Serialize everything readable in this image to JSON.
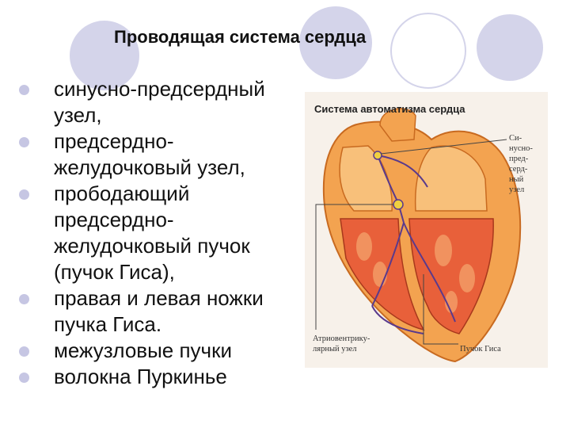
{
  "slide": {
    "title": "Проводящая система сердца",
    "bullets": [
      "синусно-предсердный узел,",
      "предсердно-желудочковый узел,",
      "прободающий предсердно-желудочковый пучок (пучок Гиса),",
      "правая и левая ножки пучка Гиса.",
      "межузловые пучки",
      "волокна Пуркинье"
    ]
  },
  "figure": {
    "title": "Система автоматизма сердца",
    "label_sa_node": "Си-нусно-пред-серд-ный узел",
    "label_sa_lines": [
      "Си-",
      "нусно-",
      "пред-",
      "серд-",
      "ный",
      "узел"
    ],
    "label_av_lines": [
      "Атриовентрику-",
      "лярный узел"
    ],
    "label_his": "Пучок Гиса"
  },
  "colors": {
    "bullet": "#c6c6e3",
    "decor": "#d4d4ea",
    "heart_outer": "#f3a350",
    "heart_inner": "#e8603a",
    "conduction": "#5a3a8c"
  }
}
